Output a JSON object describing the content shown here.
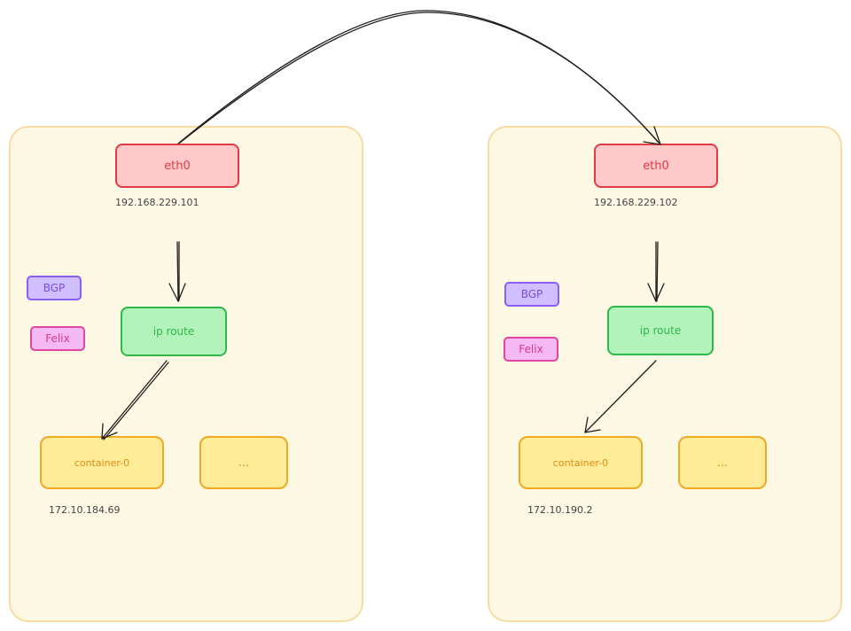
{
  "hosts": [
    {
      "eth_label": "eth0",
      "eth_ip": "192.168.229.101",
      "bgp_label": "BGP",
      "felix_label": "Felix",
      "route_label": "ip route",
      "container_label": "container-0",
      "container_ip": "172.10.184.69",
      "more_label": "..."
    },
    {
      "eth_label": "eth0",
      "eth_ip": "192.168.229.102",
      "bgp_label": "BGP",
      "felix_label": "Felix",
      "route_label": "ip route",
      "container_label": "container-0",
      "container_ip": "172.10.190.2",
      "more_label": "..."
    }
  ],
  "colors": {
    "host_fill": "#fdf8e4",
    "host_border": "#f6dca3",
    "eth_fill": "#ffc9c9",
    "eth_border": "#e03a46",
    "route_fill": "#b2f2bb",
    "route_border": "#2fb84a",
    "bgp_fill": "#d0bfff",
    "bgp_border": "#8b5cf6",
    "felix_fill": "#f4b9f0",
    "felix_border": "#e0489f",
    "container_fill": "#ffec99",
    "container_border": "#f2a922",
    "arrow": "#1e1e1e"
  }
}
